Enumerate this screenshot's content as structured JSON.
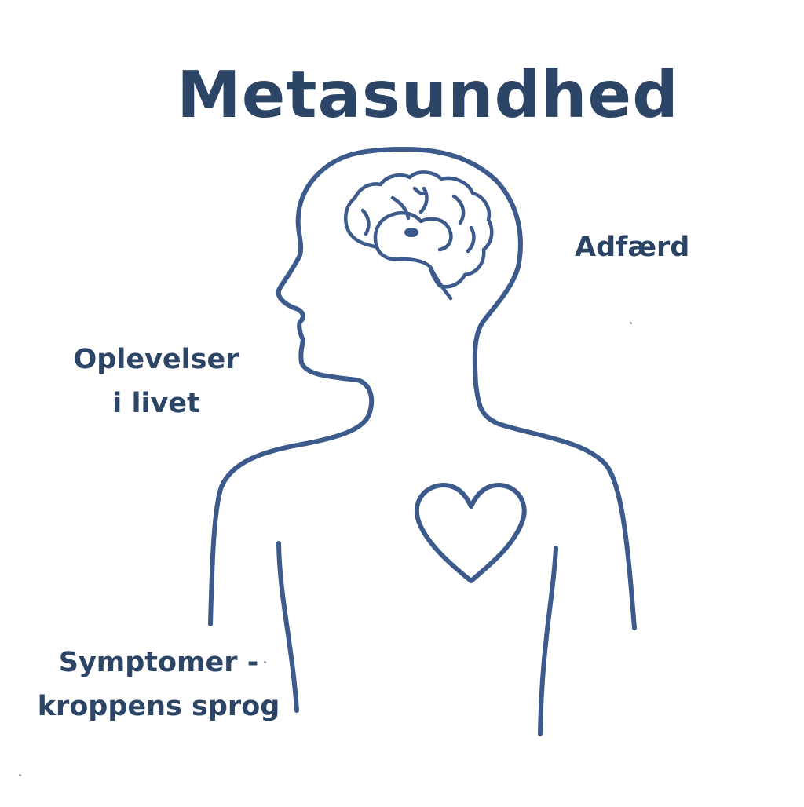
{
  "title": "Metasundhed",
  "labels": {
    "behavior": "Adfærd",
    "experiences": [
      "Oplevelser",
      "i livet"
    ],
    "symptoms": [
      "Symptomer -",
      "kroppens sprog"
    ]
  },
  "icons": [
    "human-silhouette-icon",
    "brain-icon",
    "heart-icon"
  ],
  "colors": {
    "outline": "#3c5a8c",
    "text": "#2c4566",
    "background": "#ffffff"
  }
}
